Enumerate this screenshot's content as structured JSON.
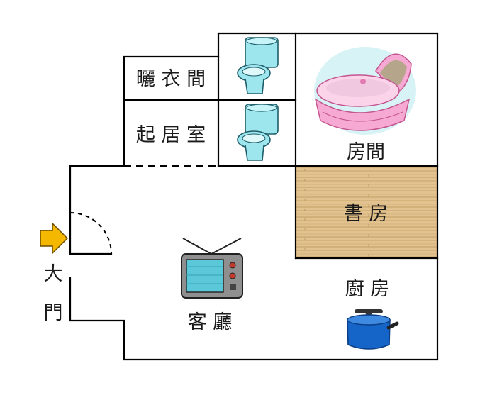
{
  "rooms": {
    "laundry": "曬 衣 間",
    "living_room": "起 居 室",
    "bedroom": "房間",
    "study": "書  房",
    "kitchen": "廚 房",
    "hall": "客 廳"
  },
  "entrance": {
    "char1": "大",
    "char2": "門"
  },
  "colors": {
    "wall": "#000000",
    "arrow": "#f5b800",
    "wood": "#e2c28e",
    "toilet": "#9ee6ee",
    "cradle": "#f6a9d3",
    "tv": "#5ac8d8",
    "pot": "#1565c8"
  },
  "icons": [
    "toilet-icon",
    "toilet-icon",
    "cradle-icon",
    "tv-icon",
    "pot-icon",
    "entrance-arrow-icon"
  ]
}
